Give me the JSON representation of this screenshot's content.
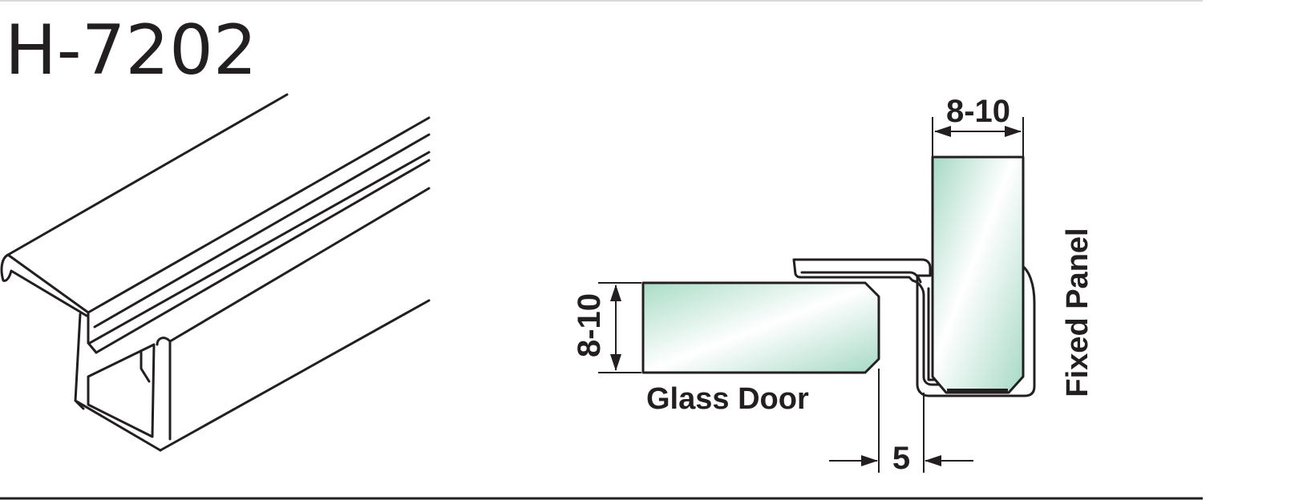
{
  "product_code": "H-7202",
  "dimensions": {
    "fixed_panel_thickness": "8-10",
    "glass_door_thickness": "8-10",
    "gap": "5"
  },
  "labels": {
    "glass_door": "Glass Door",
    "fixed_panel": "Fixed Panel"
  },
  "colors": {
    "line": "#231f20",
    "glass_edge": "#a6d9c5",
    "glass_mid": "#ffffff",
    "background": "#ffffff"
  }
}
